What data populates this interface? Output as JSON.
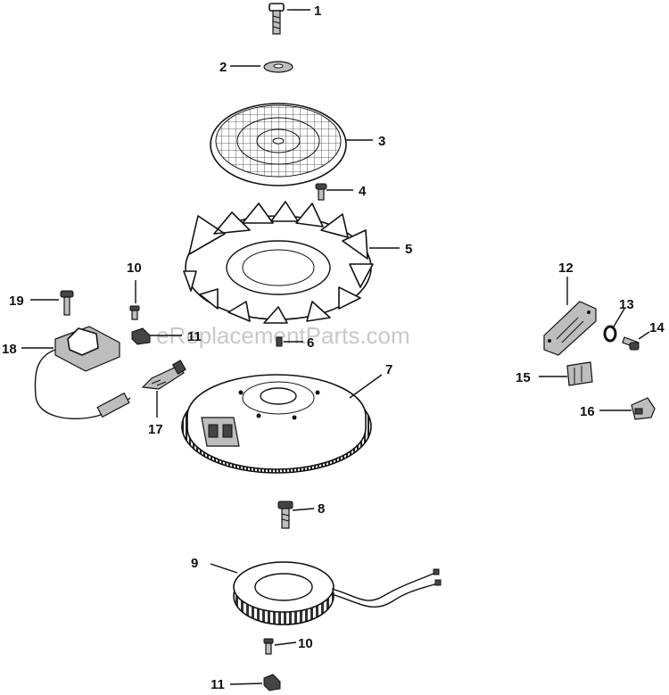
{
  "watermark": "eReplacementParts.com",
  "callouts": [
    {
      "id": "c1",
      "label": "1"
    },
    {
      "id": "c2",
      "label": "2"
    },
    {
      "id": "c3",
      "label": "3"
    },
    {
      "id": "c4",
      "label": "4"
    },
    {
      "id": "c5",
      "label": "5"
    },
    {
      "id": "c6",
      "label": "6"
    },
    {
      "id": "c7",
      "label": "7"
    },
    {
      "id": "c8",
      "label": "8"
    },
    {
      "id": "c9",
      "label": "9"
    },
    {
      "id": "c10a",
      "label": "10"
    },
    {
      "id": "c10b",
      "label": "10"
    },
    {
      "id": "c11a",
      "label": "11"
    },
    {
      "id": "c11b",
      "label": "11"
    },
    {
      "id": "c12",
      "label": "12"
    },
    {
      "id": "c13",
      "label": "13"
    },
    {
      "id": "c14",
      "label": "14"
    },
    {
      "id": "c15",
      "label": "15"
    },
    {
      "id": "c16",
      "label": "16"
    },
    {
      "id": "c17",
      "label": "17"
    },
    {
      "id": "c18",
      "label": "18"
    },
    {
      "id": "c19",
      "label": "19"
    }
  ]
}
